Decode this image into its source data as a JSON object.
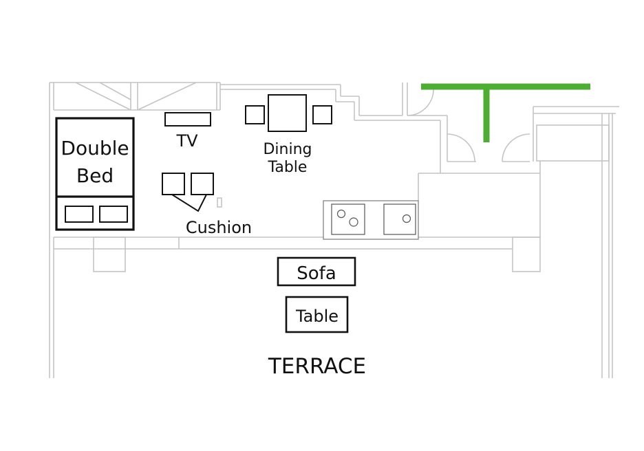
{
  "floorplan": {
    "labels": {
      "bed_line1": "Double",
      "bed_line2": "Bed",
      "tv": "TV",
      "dining_line1": "Dining",
      "dining_line2": "Table",
      "cushion": "Cushion",
      "sofa": "Sofa",
      "table": "Table",
      "terrace": "TERRACE"
    },
    "colors": {
      "wall": "#c8c8c8",
      "furniture": "#111111",
      "accent": "#4caf32",
      "background": "#ffffff"
    }
  }
}
